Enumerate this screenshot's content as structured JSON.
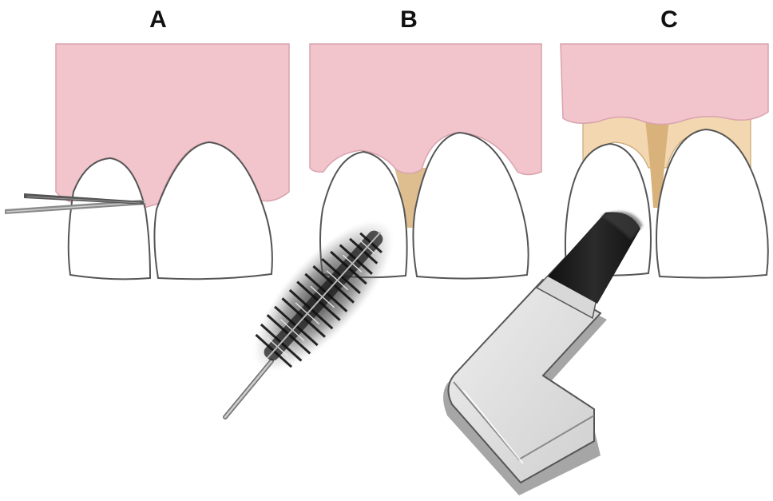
{
  "panels": [
    {
      "label": "A",
      "tool": "dental-floss"
    },
    {
      "label": "B",
      "tool": "interdental-brush"
    },
    {
      "label": "C",
      "tool": "single-tuft-brush"
    }
  ],
  "colors": {
    "gingiva": "#f2c4cc",
    "gingiva_edge": "#d9a3ad",
    "tooth": "#ffffff",
    "tooth_outline": "#555555",
    "exposed_root": "#f3d7b0",
    "interdental_gap": "#d8b27a",
    "bristle": "#222222",
    "handle": "#dedede",
    "handle_shadow": "#9a9a9a"
  }
}
